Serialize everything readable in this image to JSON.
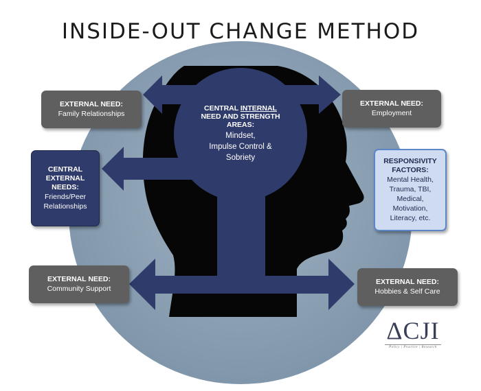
{
  "title": "INSIDE-OUT CHANGE METHOD",
  "center": {
    "heading_prefix": "CENTRAL ",
    "heading_underlined": "INTERNAL",
    "heading_rest": "NEED AND STRENGTH AREAS:",
    "lines": [
      "Mindset,",
      "Impulse Control &",
      "Sobriety"
    ]
  },
  "boxes": {
    "family": {
      "heading": "EXTERNAL NEED:",
      "lines": [
        "Family Relationships"
      ]
    },
    "employment": {
      "heading": "EXTERNAL NEED:",
      "lines": [
        "Employment"
      ]
    },
    "central_external": {
      "heading_lines": [
        "CENTRAL",
        "EXTERNAL",
        "NEEDS:"
      ],
      "lines": [
        "Friends/Peer",
        "Relationships"
      ]
    },
    "responsivity": {
      "heading_lines": [
        "RESPONSIVITY",
        "FACTORS:"
      ],
      "lines": [
        "Mental Health,",
        "Trauma, TBI,",
        "Medical,",
        "Motivation,",
        "Literacy, etc."
      ]
    },
    "community": {
      "heading": "EXTERNAL NEED:",
      "lines": [
        "Community Support"
      ]
    },
    "hobbies": {
      "heading": "EXTERNAL NEED:",
      "lines": [
        "Hobbies & Self Care"
      ]
    }
  },
  "logo": {
    "mark": "ΔCJI",
    "tagline": "Policy | Practice | Research"
  },
  "colors": {
    "circle": "#8aa0b3",
    "head": "#060606",
    "arrow": "#2f3b6a",
    "gray_box": "#5f5f5f",
    "navy_box": "#2f3b6a",
    "light_box": "#cfdbf0",
    "light_border": "#5b86c7"
  }
}
